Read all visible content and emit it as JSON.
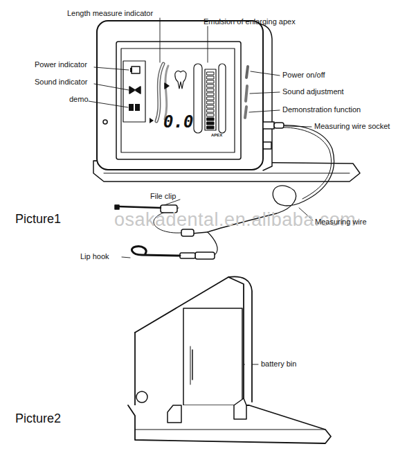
{
  "diagram": {
    "labels": [
      "Length measure indicator",
      "Emulsion of enlarging apex",
      "Power indicator",
      "Sound indicator",
      "demo",
      "Power on/off",
      "Sound adjustment",
      "Demonstration function",
      "Measuring wire socket",
      "0.0",
      "APEX",
      "File clip",
      "Picture1",
      "Measuring wire",
      "Lip hook",
      "osakadental.en.alibaba.com",
      "battery bin",
      "Picture2"
    ]
  }
}
